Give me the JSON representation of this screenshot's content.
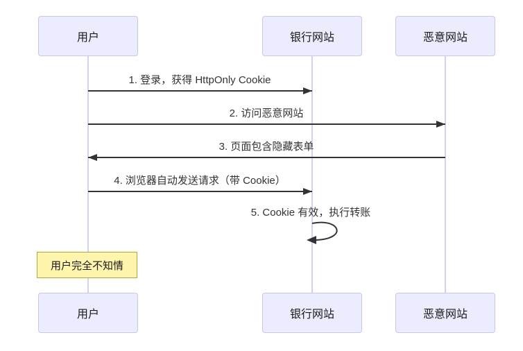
{
  "diagram": {
    "kind": "sequence-diagram",
    "colors": {
      "background": "#ffffff",
      "actor_fill": "#ececff",
      "actor_border": "#c9c6ea",
      "lifeline": "#d5d2ee",
      "message_line": "#333333",
      "message_text": "#333333",
      "note_fill": "#fff5ad",
      "note_border": "#aaaa33"
    }
  },
  "actors": [
    {
      "id": "user",
      "label": "用户"
    },
    {
      "id": "bank",
      "label": "银行网站"
    },
    {
      "id": "evil",
      "label": "恶意网站"
    }
  ],
  "messages": [
    {
      "from": "用户",
      "to": "银行网站",
      "style": "solid-arrow",
      "label": "1. 登录，获得 HttpOnly Cookie"
    },
    {
      "from": "用户",
      "to": "恶意网站",
      "style": "solid-arrow",
      "label": "2. 访问恶意网站"
    },
    {
      "from": "恶意网站",
      "to": "用户",
      "style": "solid-arrow",
      "label": "3. 页面包含隐藏表单"
    },
    {
      "from": "用户",
      "to": "银行网站",
      "style": "solid-arrow",
      "label": "4. 浏览器自动发送请求（带 Cookie）"
    },
    {
      "from": "银行网站",
      "to": "银行网站",
      "style": "self-loop",
      "label": "5. Cookie 有效，执行转账"
    }
  ],
  "note": {
    "over": "用户",
    "text": "用户完全不知情"
  }
}
